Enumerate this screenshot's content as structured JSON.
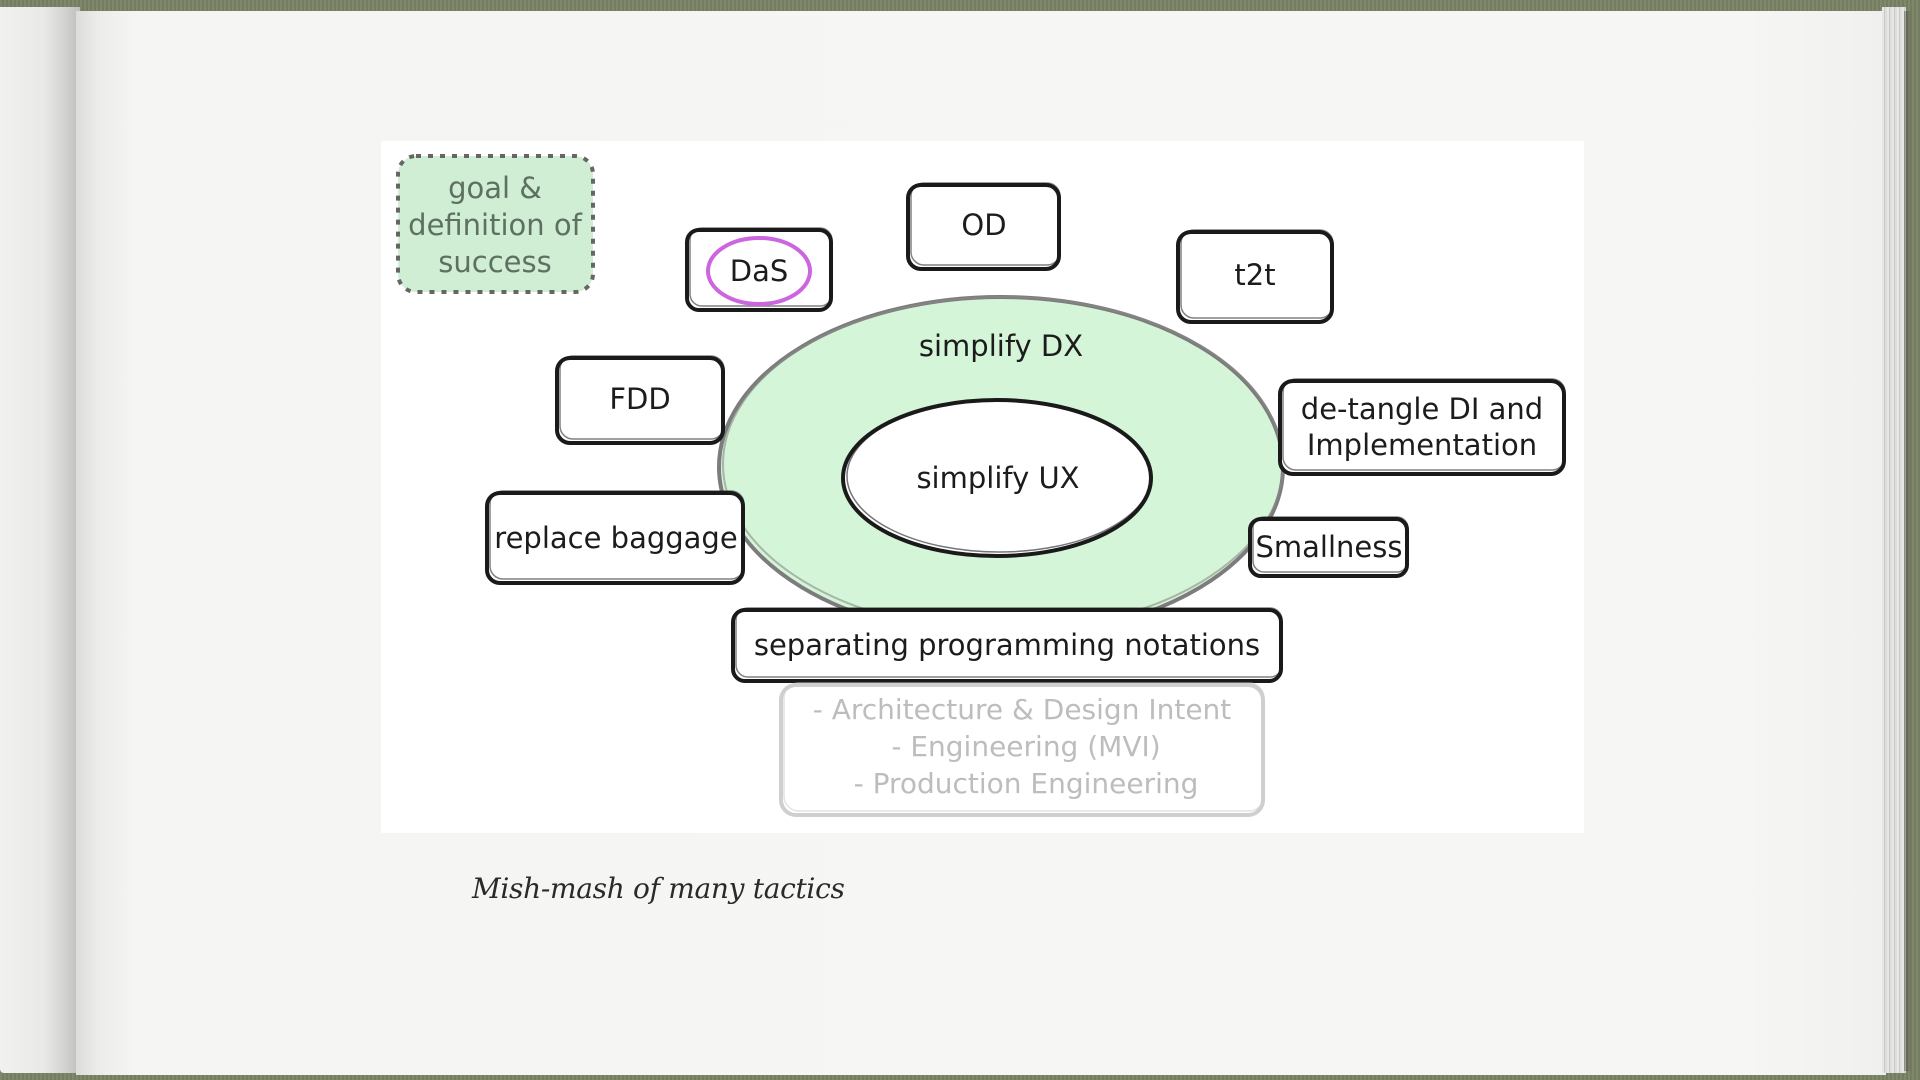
{
  "diagram": {
    "goal_box": [
      "goal &",
      "definition of",
      "success"
    ],
    "outer_ellipse": "simplify DX",
    "inner_ellipse": "simplify UX",
    "nodes": {
      "das": "DaS",
      "od": "OD",
      "t2t": "t2t",
      "fdd": "FDD",
      "detangle": [
        "de-tangle DI and",
        "Implementation"
      ],
      "replace_baggage": "replace baggage",
      "smallness": "Smallness",
      "separating": "separating programming notations"
    },
    "faded_list": [
      "- Architecture & Design Intent",
      "- Engineering (MVI)",
      "- Production Engineering"
    ],
    "colors": {
      "ellipse_fill": "#d4f5d8",
      "ellipse_stroke": "#7c7c7c",
      "goal_fill": "#cfeed3",
      "das_highlight": "#cc66e0",
      "faded": "#c8c8c8"
    }
  },
  "caption": "Mish-mash of many tactics"
}
